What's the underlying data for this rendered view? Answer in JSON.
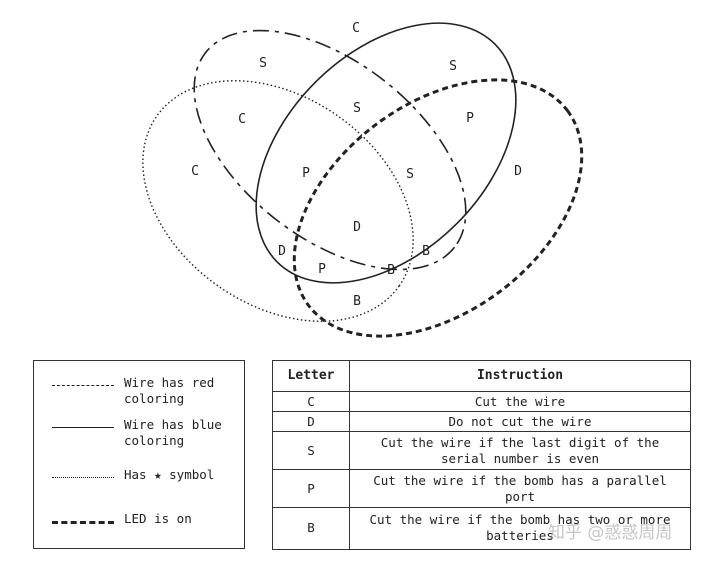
{
  "venn": {
    "regions": [
      {
        "id": "region-c-outside",
        "letter": "C"
      },
      {
        "id": "region-red-only",
        "letter": "S"
      },
      {
        "id": "region-blue-only",
        "letter": "S"
      },
      {
        "id": "region-red-blue",
        "letter": "S"
      },
      {
        "id": "region-star-red",
        "letter": "C"
      },
      {
        "id": "region-led-blue",
        "letter": "P"
      },
      {
        "id": "region-star-only",
        "letter": "C"
      },
      {
        "id": "region-star-red-blue",
        "letter": "P"
      },
      {
        "id": "region-red-blue-led",
        "letter": "S"
      },
      {
        "id": "region-led-only",
        "letter": "D"
      },
      {
        "id": "region-all-four",
        "letter": "D"
      },
      {
        "id": "region-star-blue",
        "letter": "D"
      },
      {
        "id": "region-star-blue-led",
        "letter": "P"
      },
      {
        "id": "region-star-red-led",
        "letter": "B"
      },
      {
        "id": "region-red-led",
        "letter": "B"
      },
      {
        "id": "region-star-led",
        "letter": "B"
      }
    ]
  },
  "legend": {
    "items": [
      {
        "style": "dashed",
        "label": "Wire has red coloring"
      },
      {
        "style": "solid",
        "label": "Wire has blue coloring"
      },
      {
        "style": "dotted",
        "label": "Has ★ symbol"
      },
      {
        "style": "heavy-dashed",
        "label": "LED is on"
      }
    ]
  },
  "table": {
    "headers": [
      "Letter",
      "Instruction"
    ],
    "rows": [
      {
        "letter": "C",
        "instruction": "Cut the wire"
      },
      {
        "letter": "D",
        "instruction": "Do not cut the wire"
      },
      {
        "letter": "S",
        "instruction": "Cut the wire if the last digit of the serial number is even"
      },
      {
        "letter": "P",
        "instruction": "Cut the wire if the bomb has a parallel port"
      },
      {
        "letter": "B",
        "instruction": "Cut the wire if the bomb has two or more batteries"
      }
    ]
  },
  "watermark": "知乎 @惑惑周周"
}
